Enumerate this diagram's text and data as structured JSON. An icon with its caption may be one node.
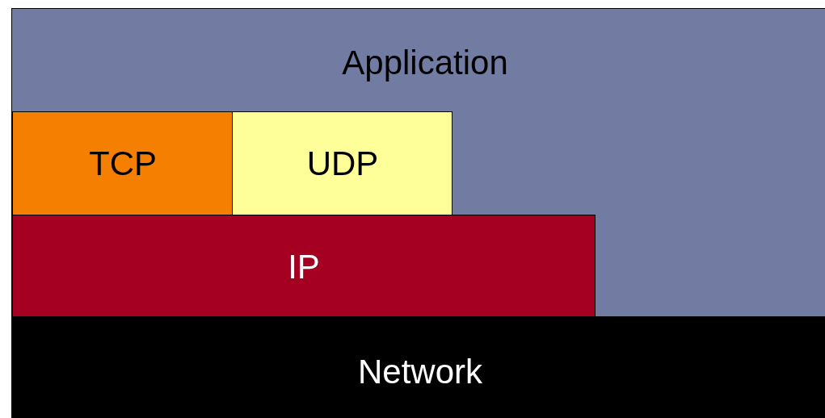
{
  "diagram": {
    "nodes": [
      {
        "text": [
          "Application"
        ]
      },
      {
        "text": [
          "TCP"
        ],
        "in": 0
      },
      {
        "text": [
          "UDP"
        ],
        "in": 0
      },
      {
        "text": [
          "IP"
        ],
        "in": 0
      },
      {
        "text": [
          "Network"
        ]
      }
    ]
  }
}
